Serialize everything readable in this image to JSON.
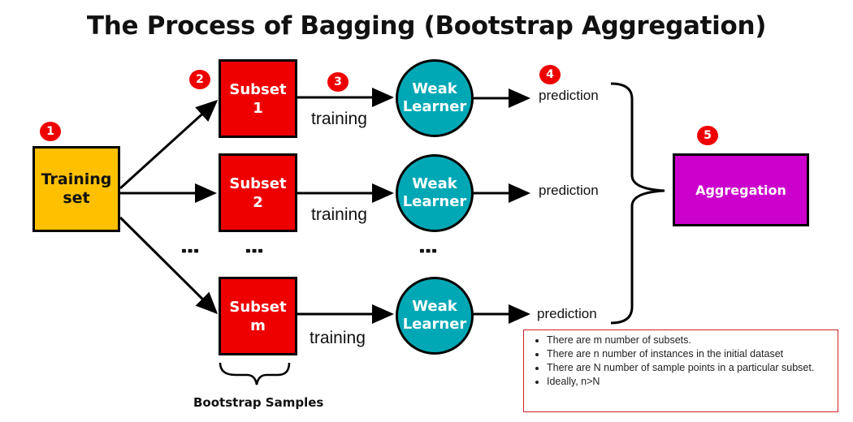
{
  "title": "The Process of Bagging (Bootstrap Aggregation)",
  "training_set": "Training\nset",
  "subsets": [
    "Subset\n1",
    "Subset\n2",
    "Subset\nm"
  ],
  "weak_learner": "Weak\nLearner",
  "training_label": "training",
  "prediction_label": "prediction",
  "aggregation": "Aggregation",
  "bootstrap_label": "Bootstrap Samples",
  "step_badges": [
    "1",
    "2",
    "3",
    "4",
    "5"
  ],
  "notes": [
    "There are m number of subsets.",
    "There are n number of instances in the initial dataset",
    "There are N number of sample points in a particular subset.",
    "Ideally, n>N"
  ],
  "colors": {
    "training_set": "#FFC000",
    "subset": "#EE0000",
    "weak_learner": "#00A8B5",
    "aggregation": "#CC00CC",
    "badge": "#EE0000",
    "notes_border": "#cc2222"
  }
}
